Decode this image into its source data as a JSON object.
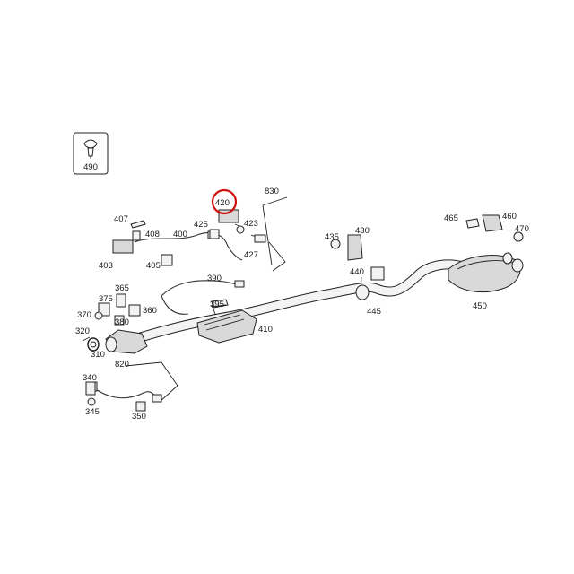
{
  "icons": {
    "inset_fastener": "screw-clip-icon",
    "highlight_color": "#d01010"
  },
  "inset": {
    "label": "490"
  },
  "highlighted_part": "420",
  "parts": {
    "p830": "830",
    "p420": "420",
    "p407": "407",
    "p425": "425",
    "p423": "423",
    "p408": "408",
    "p400": "400",
    "p403": "403",
    "p405": "405",
    "p427": "427",
    "p435": "435",
    "p430": "430",
    "p465": "465",
    "p460": "460",
    "p470": "470",
    "p390": "390",
    "p440": "440",
    "p365": "365",
    "p375": "375",
    "p395": "395",
    "p370": "370",
    "p380": "380",
    "p360": "360",
    "p410": "410",
    "p445": "445",
    "p450": "450",
    "p320": "320",
    "p310": "310",
    "p820": "820",
    "p340": "340",
    "p345": "345",
    "p350": "350"
  }
}
